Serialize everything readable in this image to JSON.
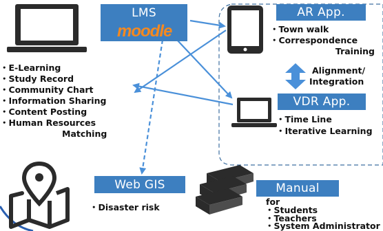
{
  "lms": {
    "title": "LMS",
    "logo_text": "moodle"
  },
  "ar_app": {
    "title": "AR App.",
    "items": [
      "・Town walk",
      "・Correspondence",
      "Training"
    ]
  },
  "vdr_app": {
    "title": "VDR App.",
    "items": [
      "・Time Line",
      "・Iterative Learning"
    ]
  },
  "alignment": {
    "lines": [
      "Alignment/",
      "Integration"
    ]
  },
  "lms_features": [
    "・E-Learning",
    "・Study Record",
    "・Community Chart",
    "・Information Sharing",
    "・Content Posting",
    "・Human Resources",
    "Matching"
  ],
  "web_gis": {
    "title": "Web GIS",
    "item": "・Disaster risk"
  },
  "manual": {
    "title": "Manual",
    "for_label": "for",
    "audiences": [
      "・Students",
      "・Teachers",
      "・System Administrator"
    ]
  },
  "icons": {
    "laptop": "laptop-icon",
    "tablet": "tablet-icon",
    "map": "map-icon",
    "books": "books-icon",
    "moodle": "moodle-logo"
  },
  "colors": {
    "accent_blue": "#3d7fc0",
    "arrow_blue": "#4a90d9",
    "dashed_frame": "#3d6fa0",
    "moodle_orange": "#f5891f",
    "icon_dark": "#2b2b2b"
  }
}
